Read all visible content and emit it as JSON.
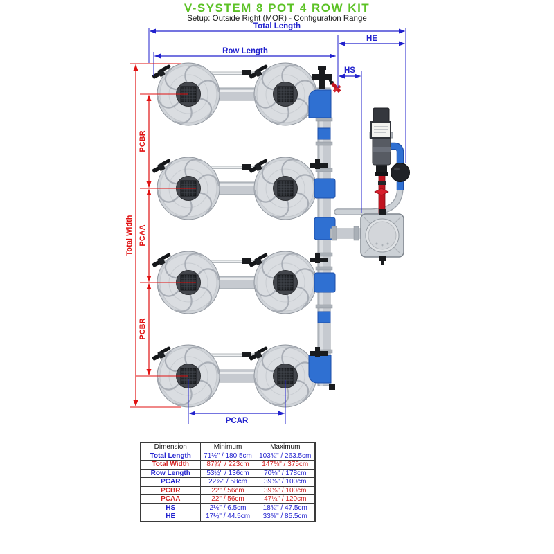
{
  "title": "V-SYSTEM 8 POT 4 ROW KIT",
  "subtitle": "Setup: Outside Right (MOR) - Configuration Range",
  "colors": {
    "title_green": "#5cc226",
    "dimension_blue": "#2121cd",
    "dimension_red": "#e01212",
    "pipe_blue_fitting": "#2f70d2",
    "red_pipe": "#c11420"
  },
  "diagram": {
    "pot_count": 8,
    "rows": 4,
    "pots_per_row": 2,
    "labels": {
      "total_length": "Total Length",
      "row_length": "Row Length",
      "he": "HE",
      "hs": "HS",
      "pcar": "PCAR",
      "pcbr_top": "PCBR",
      "pcaa": "PCAA",
      "pcbr_bottom": "PCBR",
      "total_width": "Total Width"
    }
  },
  "table": {
    "headers": {
      "dimension": "Dimension",
      "minimum": "Minimum",
      "maximum": "Maximum"
    },
    "rows": [
      {
        "name": "Total Length",
        "min": "71⅛\" / 180.5cm",
        "max": "103¾\" / 263.5cm"
      },
      {
        "name": "Total Width",
        "min": "87¾\" / 223cm",
        "max": "147⅝\" / 375cm"
      },
      {
        "name": "Row Length",
        "min": "53½\" / 136cm",
        "max": "70⅛\" / 178cm"
      },
      {
        "name": "PCAR",
        "min": "22⅞\" / 58cm",
        "max": "39⅜\" / 100cm"
      },
      {
        "name": "PCBR",
        "min": "22\" / 56cm",
        "max": "39⅜\" / 100cm"
      },
      {
        "name": "PCAA",
        "min": "22\" / 56cm",
        "max": "47¼\" / 120cm"
      },
      {
        "name": "HS",
        "min": "2½\" / 6.5cm",
        "max": "18¾\" / 47.5cm"
      },
      {
        "name": "HE",
        "min": "17½\" / 44.5cm",
        "max": "33⅝\" / 85.5cm"
      }
    ]
  }
}
